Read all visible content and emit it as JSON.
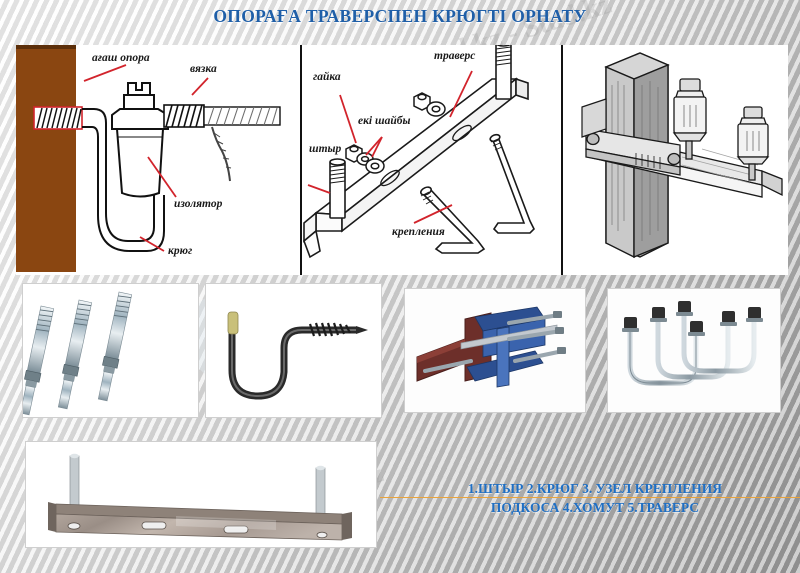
{
  "slide": {
    "title": "ОПОРАҒА ТРАВЕРСПЕН  КРЮГТІ ОРНАТУ",
    "title_color": "#1f5fa8",
    "background_color": "#bdbdbd",
    "accent_rule_color": "#e8a33d",
    "caption_color": "#1f6fc4"
  },
  "watermarks": {
    "text_1": "Stud.kz - Stud.kz",
    "text_2": "Stud.kz - Stud.kz",
    "text_3": "Stud.kz",
    "text_4": "Stud.",
    "text_5": "Stud.kz",
    "text_6": "Stud.kz"
  },
  "diagram_left": {
    "name": "wooden-pole-insulator-hook-diagram",
    "pole_color": "#8a4611",
    "labels": [
      {
        "id": "agash-opora",
        "text": "ағаш опора"
      },
      {
        "id": "vyazka",
        "text": "вязка"
      },
      {
        "id": "izolyator",
        "text": "изолятор"
      },
      {
        "id": "kryug",
        "text": "крюг"
      }
    ]
  },
  "diagram_middle": {
    "name": "traverse-exploded-hardware-diagram",
    "labels": [
      {
        "id": "gayka",
        "text": "гайка"
      },
      {
        "id": "eki-shajby",
        "text": "екі шайбы"
      },
      {
        "id": "shtyr",
        "text": "штыр"
      },
      {
        "id": "travers",
        "text": "траверс"
      },
      {
        "id": "krepleniya",
        "text": "крепления"
      }
    ]
  },
  "diagram_right": {
    "name": "pole-traverse-assembly-diagram",
    "caption": ""
  },
  "photos": [
    {
      "id": "photo-shtyr-pins",
      "alt": "Үш штыр — three metal pins with nuts and washers"
    },
    {
      "id": "photo-kryug-hook",
      "alt": "Крюг — steel hook with wood screw thread"
    },
    {
      "id": "photo-podkos-assembly",
      "alt": "Узел крепления подкоса — brace attachment assembly"
    },
    {
      "id": "photo-homut-ubolts",
      "alt": "Хомут — U-bolts with nuts"
    },
    {
      "id": "photo-travers-bar",
      "alt": "Траверс — galvanised traverse bar with two pins"
    }
  ],
  "caption": {
    "line1": "1.ШТЫР  2.КРЮГ  3. УЗЕЛ КРЕПЛЕНИЯ",
    "line2": "ПОДКОСА  4.ХОМУТ  5.ТРАВЕРС",
    "items": [
      {
        "number": "1.",
        "label": "ШТЫР"
      },
      {
        "number": "2.",
        "label": "КРЮГ"
      },
      {
        "number": "3.",
        "label": "УЗЕЛ КРЕПЛЕНИЯ ПОДКОСА"
      },
      {
        "number": "4.",
        "label": "ХОМУТ"
      },
      {
        "number": "5.",
        "label": "ТРАВЕРС"
      }
    ]
  }
}
